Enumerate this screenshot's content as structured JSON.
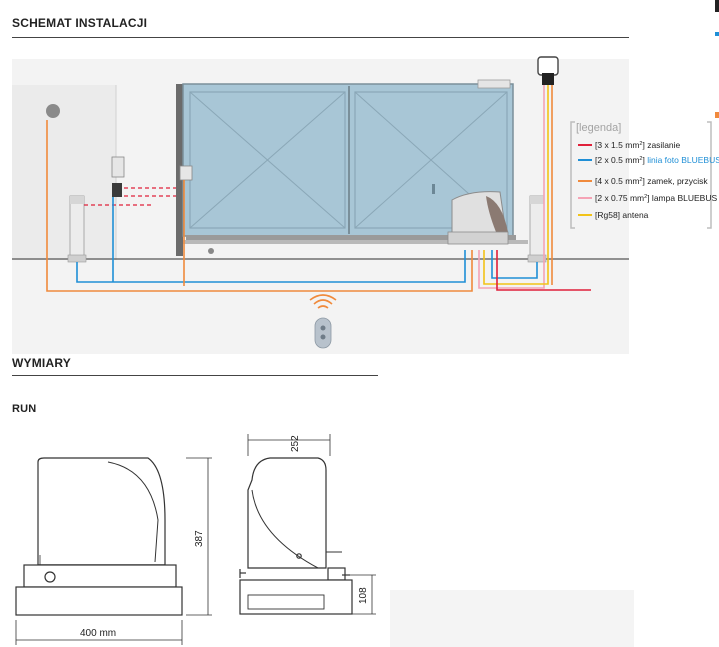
{
  "sections": {
    "installation_title": "SCHEMAT INSTALACJI",
    "dimensions_title": "WYMIARY",
    "model_name": "RUN"
  },
  "legend": {
    "title": "[legenda]",
    "items": [
      {
        "color": "#e0203a",
        "pre": "[3 x 1.5 mm",
        "sup": "2",
        "post": "] zasilanie",
        "extra": ""
      },
      {
        "color": "#1f8fd6",
        "pre": "[2 x 0.5 mm",
        "sup": "2",
        "post": "] ",
        "extra": "linia foto BLUEBUS"
      },
      {
        "color": "#f08a3c",
        "pre": "[4 x 0.5 mm",
        "sup": "2",
        "post": "] zamek, przycisk",
        "extra": ""
      },
      {
        "color": "#f5a3b5",
        "pre": "[2 x 0.75 mm",
        "sup": "2",
        "post": "] lampa BLUEBUS",
        "extra": ""
      },
      {
        "color": "#f2c318",
        "pre": "[Rg58] antena",
        "sup": "",
        "post": "",
        "extra": ""
      }
    ]
  },
  "dimensions": {
    "width_label": "400 mm",
    "height_label": "387",
    "depth_label": "252",
    "base_height_label": "108"
  }
}
